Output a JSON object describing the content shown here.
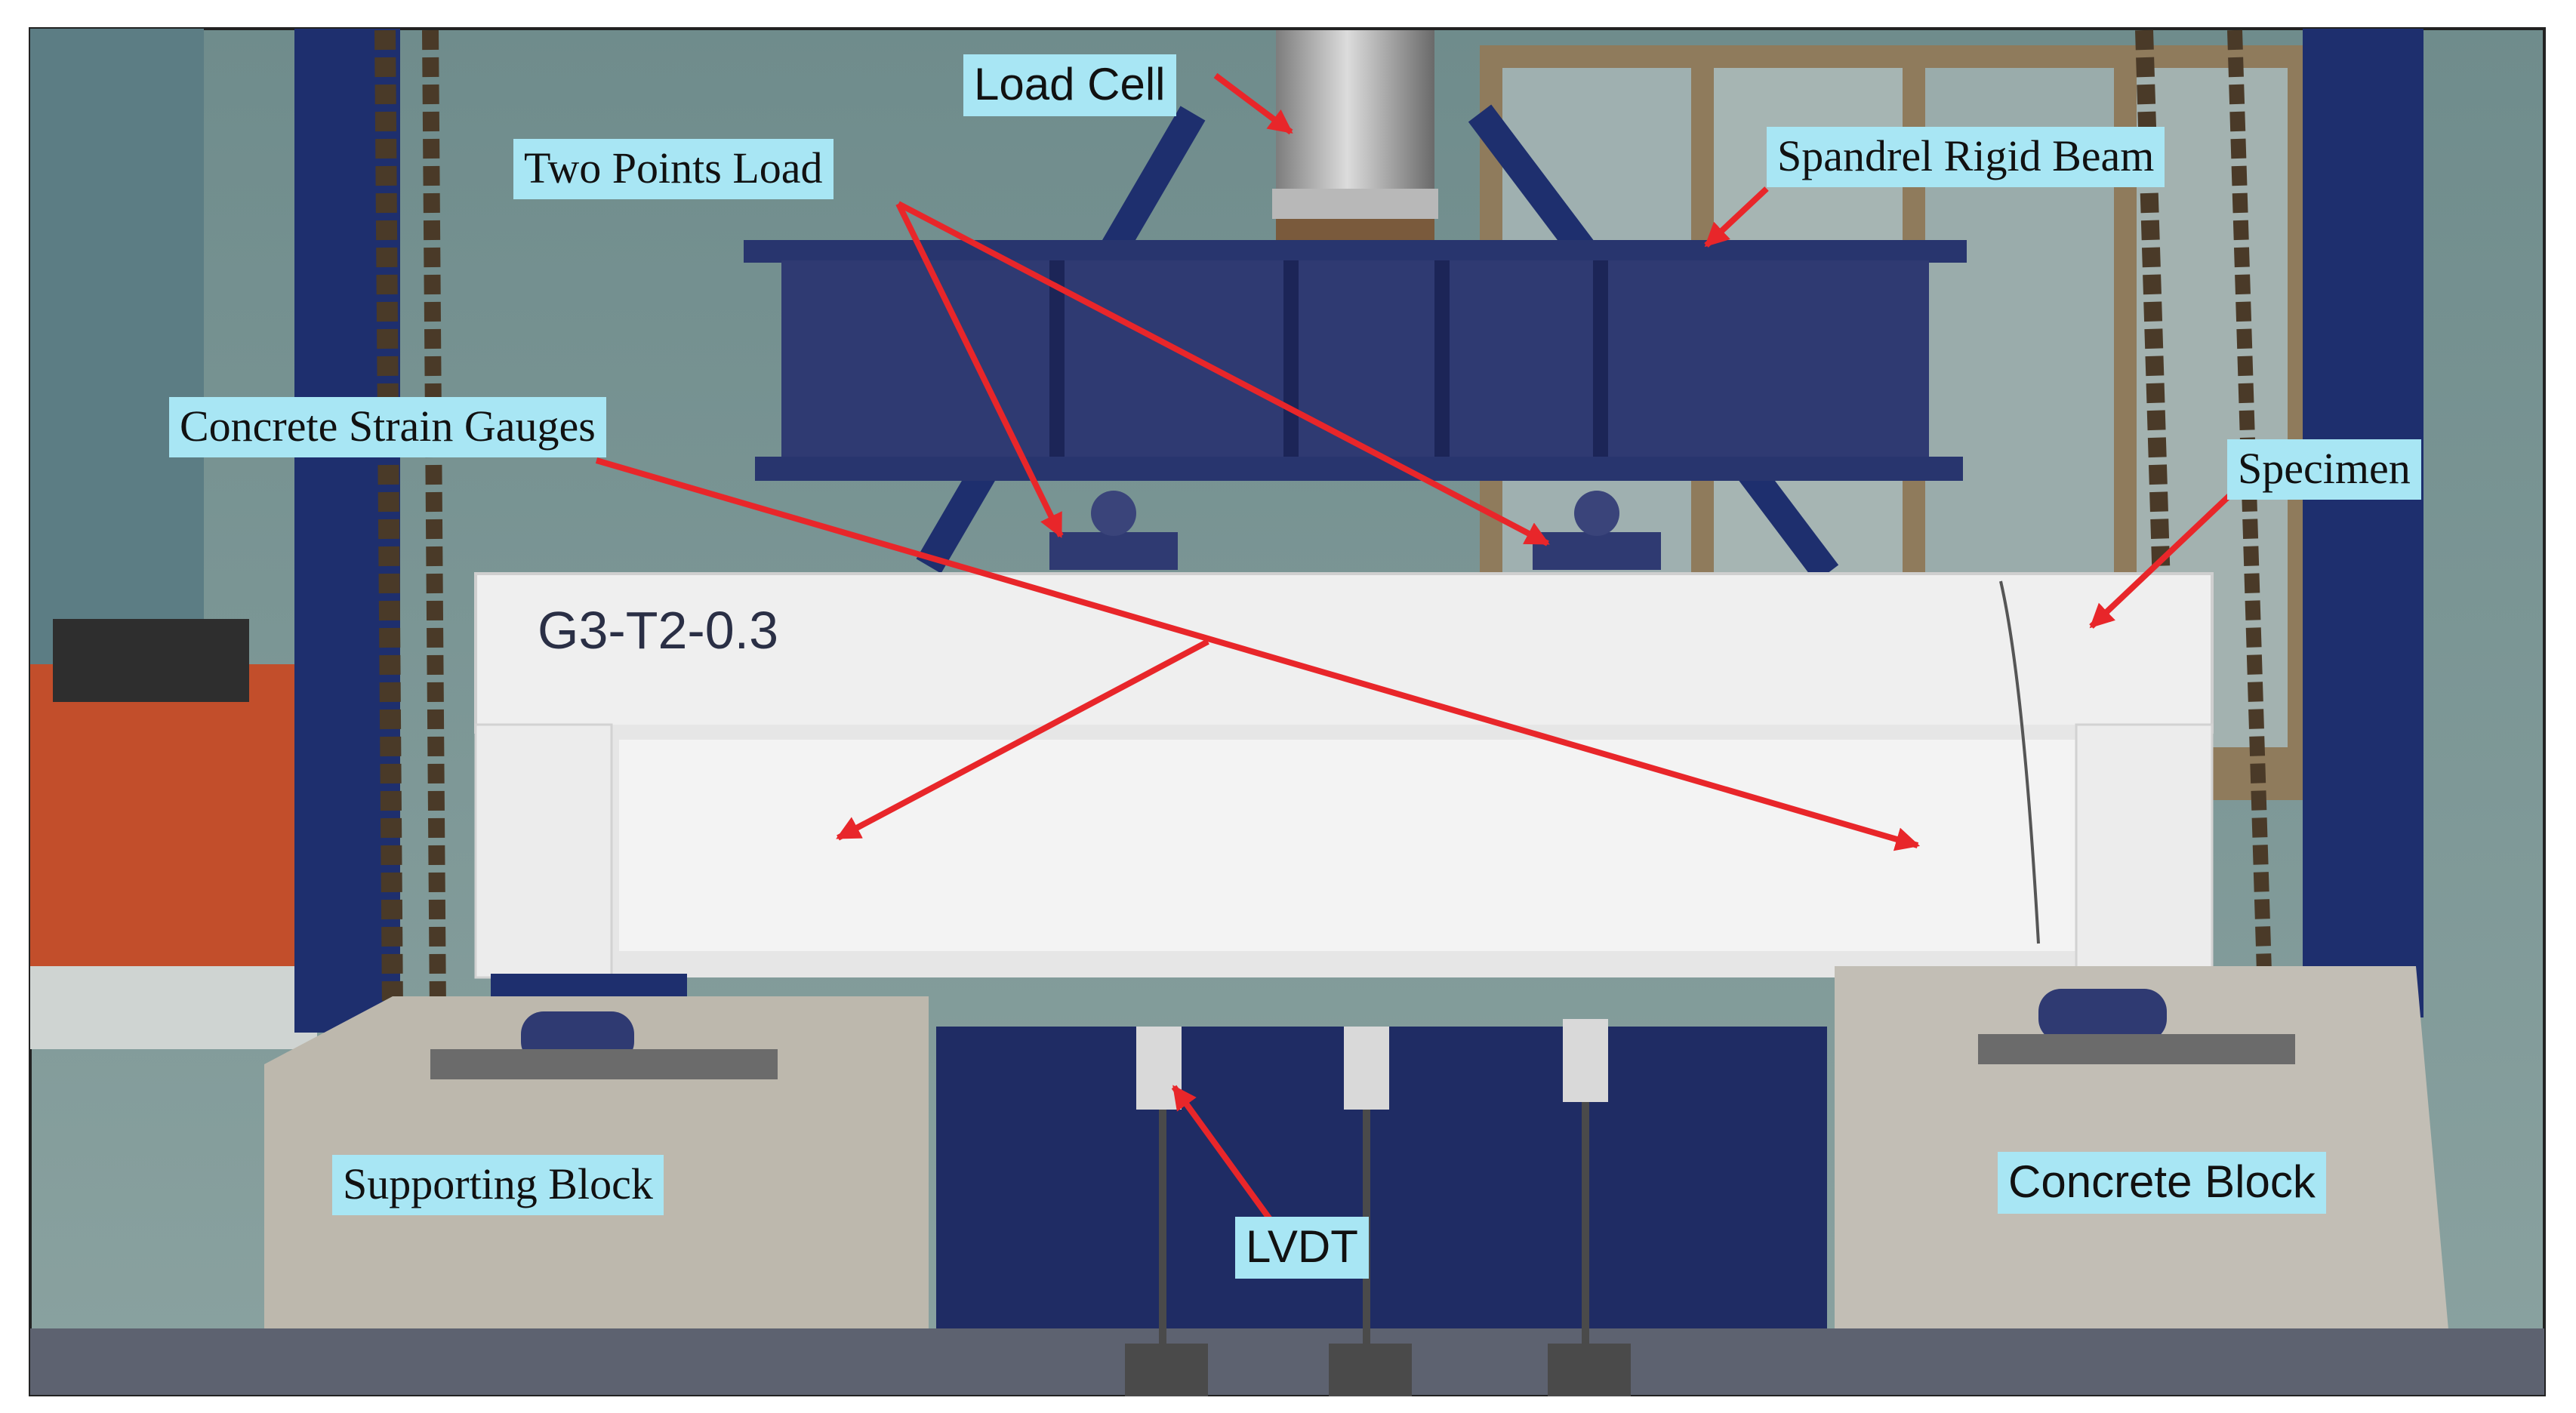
{
  "specimen_id": "G3-T2-0.3",
  "labels": {
    "load_cell": "Load Cell",
    "two_points_load": "Two Points Load",
    "spandrel_rigid_beam": "Spandrel Rigid Beam",
    "concrete_strain_gauges": "Concrete Strain Gauges",
    "specimen": "Specimen",
    "supporting_block": "Supporting Block",
    "concrete_block": "Concrete Block",
    "lvdt": "LVDT"
  },
  "colors": {
    "label_background": "#a8e6f4",
    "arrow": "#e8262a",
    "steel_frame": "#1e2f6e",
    "concrete": "#eeeeee"
  }
}
